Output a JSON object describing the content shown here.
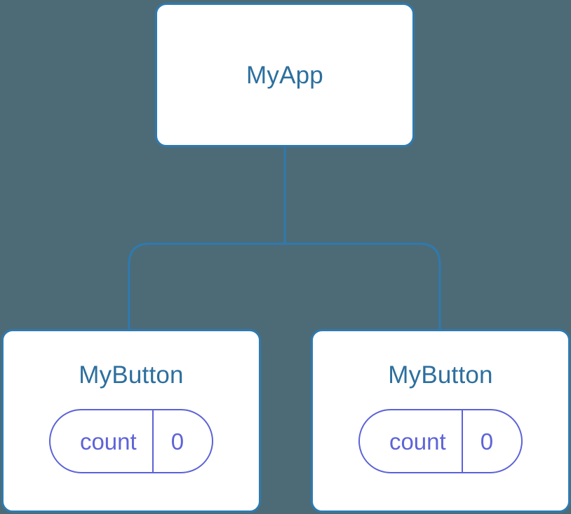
{
  "diagram": {
    "type": "component-tree",
    "background_color": "#4d6b76",
    "node_border_color": "#2e7ab0",
    "node_fill_color": "#ffffff",
    "node_title_color": "#2d6f9e",
    "state_pill_color": "#5b62d6",
    "connector_color": "#2e7ab0"
  },
  "root": {
    "title": "MyApp"
  },
  "children": [
    {
      "title": "MyButton",
      "state": {
        "key": "count",
        "value": "0"
      }
    },
    {
      "title": "MyButton",
      "state": {
        "key": "count",
        "value": "0"
      }
    }
  ]
}
